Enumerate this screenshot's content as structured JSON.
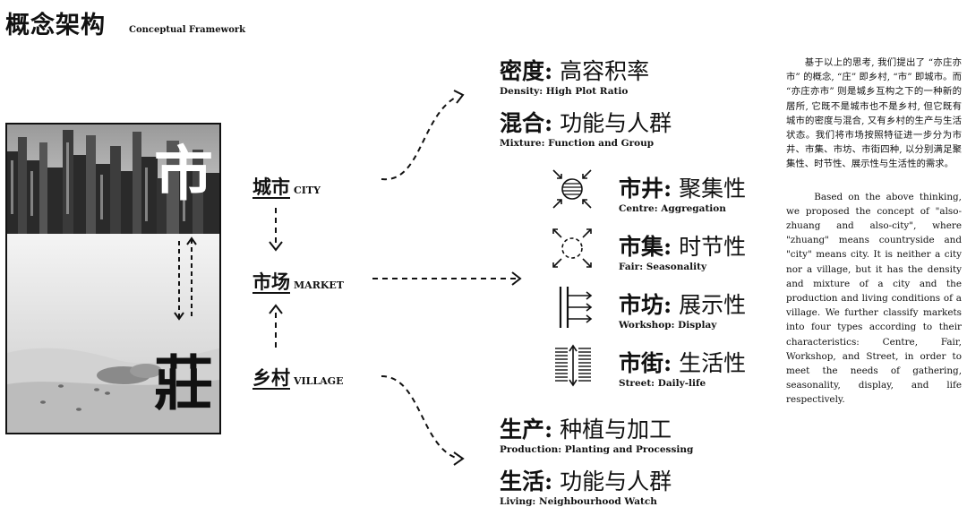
{
  "title": {
    "cn": "概念架构",
    "en": "Conceptual Framework"
  },
  "photo": {
    "top_char": "市",
    "bottom_char": "莊"
  },
  "nodes": {
    "city": {
      "cn": "城市",
      "en": "CITY"
    },
    "market": {
      "cn": "市场",
      "en": "MARKET"
    },
    "village": {
      "cn": "乡村",
      "en": "VILLAGE"
    }
  },
  "city_attrs": [
    {
      "cn_bold": "密度:",
      "cn": " 高容积率",
      "en": "Density: High Plot Ratio"
    },
    {
      "cn_bold": "混合:",
      "cn": " 功能与人群",
      "en": "Mixture: Function and Group"
    }
  ],
  "market_types": [
    {
      "icon": "aggregation-icon",
      "cn_bold": "市井:",
      "cn": " 聚集性",
      "en": "Centre: Aggregation"
    },
    {
      "icon": "seasonality-icon",
      "cn_bold": "市集:",
      "cn": " 时节性",
      "en": "Fair: Seasonality"
    },
    {
      "icon": "display-icon",
      "cn_bold": "市坊:",
      "cn": " 展示性",
      "en": "Workshop: Display"
    },
    {
      "icon": "daily-life-icon",
      "cn_bold": "市街:",
      "cn": " 生活性",
      "en": "Street: Daily-life"
    }
  ],
  "village_attrs": [
    {
      "cn_bold": "生产:",
      "cn": " 种植与加工",
      "en": "Production: Planting and Processing"
    },
    {
      "cn_bold": "生活:",
      "cn": " 功能与人群",
      "en": "Living: Neighbourhood Watch"
    }
  ],
  "description": {
    "cn": "基于以上的思考, 我们提出了 “亦庄亦市” 的概念, “庄” 即乡村, “市” 即城市。而 “亦庄亦市” 则是城乡互构之下的一种新的居所, 它既不是城市也不是乡村, 但它既有城市的密度与混合, 又有乡村的生产与生活状态。我们将市场按照特征进一步分为市井、市集、市坊、市街四种, 以分别满足聚集性、时节性、展示性与生活性的需求。",
    "en": "Based on the above thinking, we proposed the concept of \"also-zhuang and also-city\", where \"zhuang\" means countryside and \"city\" means city. It is neither a city nor a village, but it has the density and mixture of a city and the production and living conditions of a village.  We further classify markets into four types according to their characteristics: Centre, Fair, Workshop, and Street, in order to meet the needs of gathering, seasonality, display, and life respectively."
  }
}
